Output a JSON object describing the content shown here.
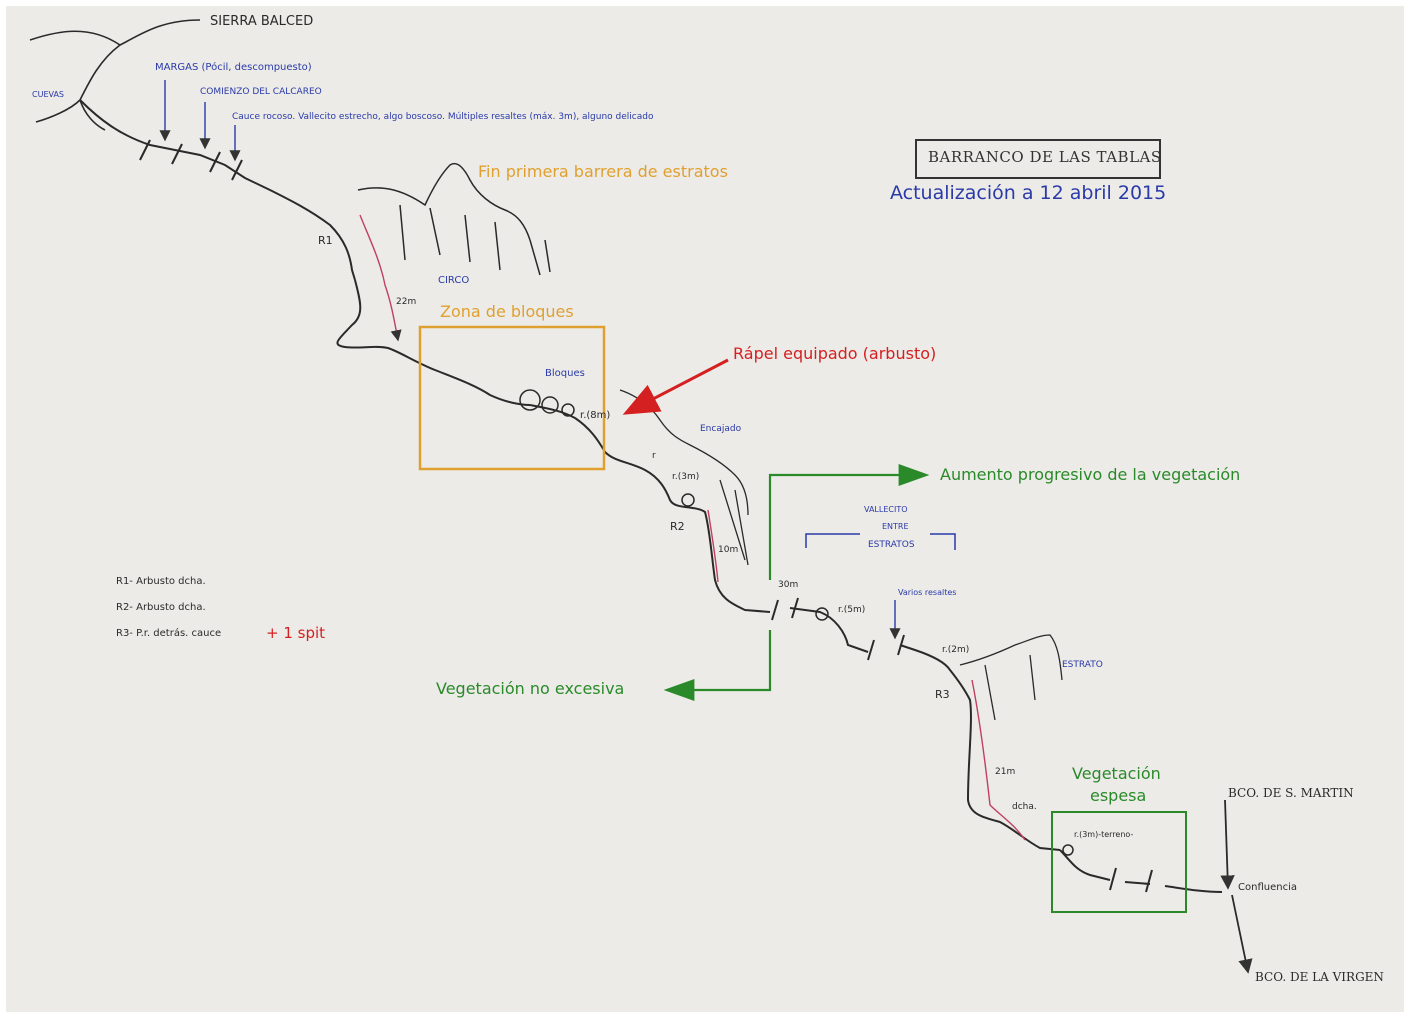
{
  "title_box": {
    "title": "BARRANCO DE LAS TABLAS",
    "update": "Actualización a 12 abril 2015"
  },
  "top_labels": {
    "sierra": "SIERRA BALCED",
    "left_small": "CUEVAS",
    "margas": "MARGAS (Pócil, descompuesto)",
    "comienzo": "COMIENZO DEL CALCAREO",
    "cauce": "Cauce rocoso. Vallecito estrecho, algo boscoso. Múltiples resaltes (máx. 3m), alguno delicado"
  },
  "annotations": {
    "fin_barrera": "Fin primera barrera de estratos",
    "zona_bloques": "Zona de bloques",
    "rapel": "Rápel equipado (arbusto)",
    "aumento": "Aumento progresivo de la vegetación",
    "veg_no_excesiva": "Vegetación no excesiva",
    "veg_espesa_1": "Vegetación",
    "veg_espesa_2": "espesa"
  },
  "route_labels": {
    "r1": "R1",
    "r2": "R2",
    "r3": "R3",
    "m22": "22m",
    "m10": "10m",
    "m30": "30m",
    "m21": "21m",
    "circo": "CIRCO",
    "bloques": "Bloques",
    "encajado": "Encajado",
    "r8": "r.(8m)",
    "r": "r",
    "r3m": "r.(3m)",
    "r5m": "r.(5m)",
    "r2m": "r.(2m)",
    "dcha": "dcha.",
    "vallecito_1": "VALLECITO",
    "vallecito_2": "ENTRE",
    "vallecito_3": "ESTRATOS",
    "varios": "Varios resaltes",
    "estrato": "ESTRATO",
    "r3m_terreno": "r.(3m)-terreno-",
    "bco_martin": "BCO. DE S. MARTIN",
    "confluencia": "Confluencia",
    "bco_virgen": "BCO. DE LA VIRGEN"
  },
  "legend": {
    "line1": "R1- Arbusto dcha.",
    "line2": "R2- Arbusto dcha.",
    "line3": "R3- P.r. detrás. cauce",
    "spit": "+ 1 spit"
  },
  "colors": {
    "paper": "#ecebe8",
    "ink": "#2a2a2a",
    "blue": "#2a3aa8",
    "orange": "#e0a030",
    "red": "#d42020",
    "green": "#2a8a2a",
    "pink": "#c04060"
  }
}
